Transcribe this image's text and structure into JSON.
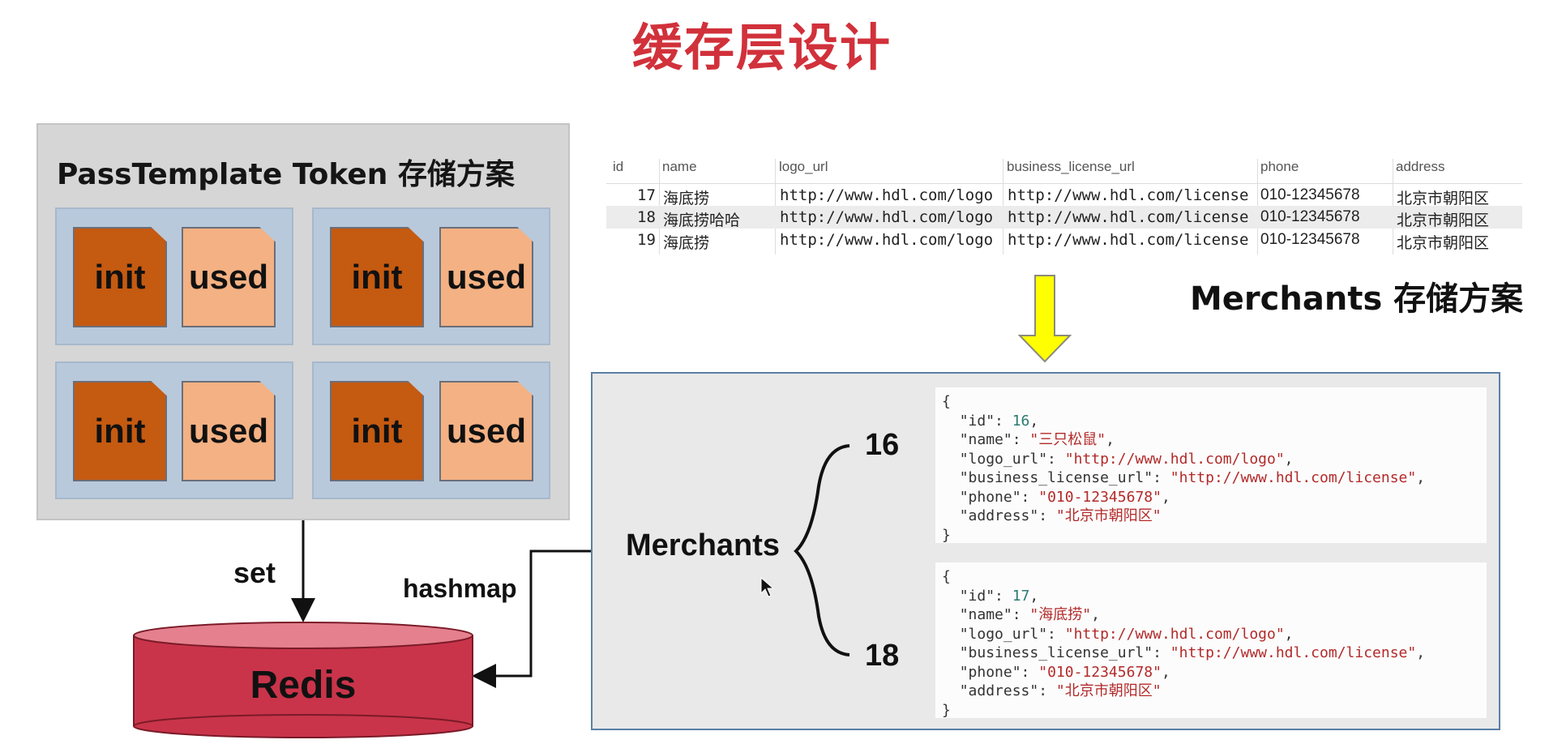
{
  "title": "缓存层设计",
  "passtemplate": {
    "title": "PassTemplate Token 存储方案",
    "init_label": "init",
    "used_label": "used"
  },
  "connections": {
    "set_label": "set",
    "hashmap_label": "hashmap"
  },
  "redis": {
    "label": "Redis"
  },
  "merchants_table": {
    "columns": [
      "id",
      "name",
      "logo_url",
      "business_license_url",
      "phone",
      "address"
    ],
    "rows": [
      [
        "17",
        "海底捞",
        "http://www.hdl.com/logo",
        "http://www.hdl.com/license",
        "010-12345678",
        "北京市朝阳区"
      ],
      [
        "18",
        "海底捞哈哈",
        "http://www.hdl.com/logo",
        "http://www.hdl.com/license",
        "010-12345678",
        "北京市朝阳区"
      ],
      [
        "19",
        "海底捞",
        "http://www.hdl.com/logo",
        "http://www.hdl.com/license",
        "010-12345678",
        "北京市朝阳区"
      ]
    ]
  },
  "merchants_label": "Merchants 存储方案",
  "merchants_hash": {
    "name": "Merchants",
    "keys": [
      "16",
      "18"
    ],
    "entries": [
      {
        "id": "16",
        "name": "三只松鼠",
        "logo_url": "http://www.hdl.com/logo",
        "business_license_url": "http://www.hdl.com/license",
        "phone": "010-12345678",
        "address": "北京市朝阳区"
      },
      {
        "id": "17",
        "name": "海底捞",
        "logo_url": "http://www.hdl.com/logo",
        "business_license_url": "http://www.hdl.com/license",
        "phone": "010-12345678",
        "address": "北京市朝阳区"
      }
    ]
  },
  "colors": {
    "title": "#d1313b",
    "init_doc": "#c55a11",
    "used_doc": "#f4b183",
    "redis": "#c9344a",
    "arrow": "#ffff00"
  }
}
